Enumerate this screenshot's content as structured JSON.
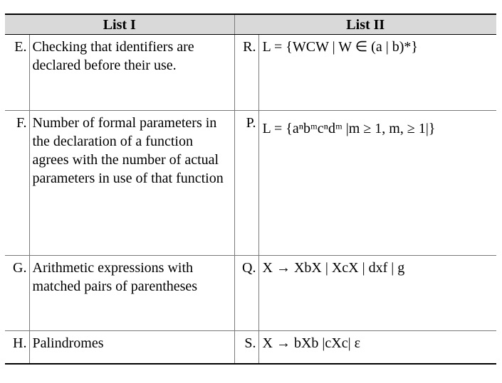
{
  "table": {
    "headers": [
      "List I",
      "List II"
    ],
    "rows": [
      {
        "letter1": "E.",
        "text1": "Checking that identifiers are declared before their use.",
        "letter2": "R.",
        "text2": "L = {WCW | W ∈ (a | b)*}"
      },
      {
        "letter1": "F.",
        "text1": "Number of formal parameters in the declaration of a function agrees with the number of actual parameters in use of that function",
        "letter2": "P.",
        "text2": "L = {aⁿbᵐcⁿdᵐ |m ≥ 1, m, ≥ 1|}"
      },
      {
        "letter1": "G.",
        "text1": "Arithmetic expressions with matched pairs of parentheses",
        "letter2": "Q.",
        "text2": "X → XbX | XcX | dxf | g"
      },
      {
        "letter1": "H.",
        "text1": "Palindromes",
        "letter2": "S.",
        "text2": "X → bXb |cXc| ε"
      }
    ]
  }
}
